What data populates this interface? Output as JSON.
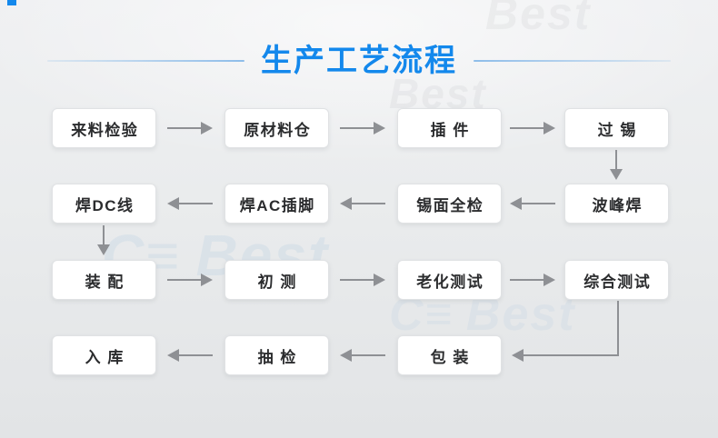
{
  "header": {
    "title": "生产工艺流程"
  },
  "flow": {
    "rows": [
      {
        "direction": "right",
        "boxes": [
          "来料检验",
          "原材料仓",
          "插 件",
          "过 锡"
        ]
      },
      {
        "direction": "left",
        "boxes": [
          "焊DC线",
          "焊AC插脚",
          "锡面全检",
          "波峰焊"
        ]
      },
      {
        "direction": "right",
        "boxes": [
          "装 配",
          "初 测",
          "老化测试",
          "综合测试"
        ]
      },
      {
        "direction": "left",
        "boxes": [
          "入 库",
          "抽 检",
          "包 装"
        ]
      }
    ]
  },
  "watermark": {
    "logo": "C≡",
    "text": "Best"
  },
  "colors": {
    "accent_blue": "#1388ec",
    "arrow_gray": "#8e9094",
    "divider_blue": "#8ebde9",
    "box_text": "#2b2c2e"
  }
}
